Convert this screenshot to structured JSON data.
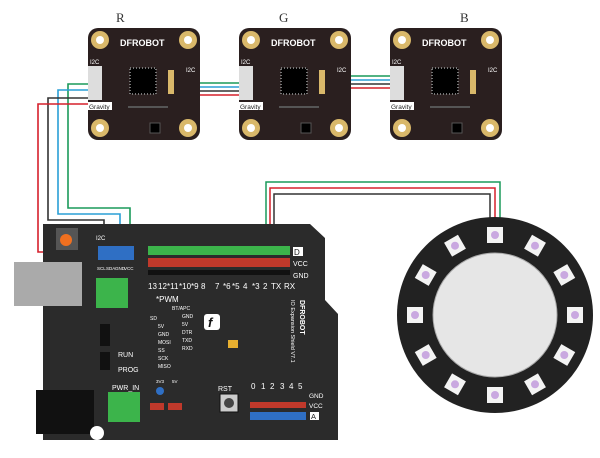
{
  "modules": [
    {
      "label": "R",
      "brand": "DFROBOT",
      "port_left": "I2C",
      "port_right": "I2C",
      "connector": "Gravity"
    },
    {
      "label": "G",
      "brand": "DFROBOT",
      "port_left": "I2C",
      "port_right": "I2C",
      "connector": "Gravity"
    },
    {
      "label": "B",
      "brand": "DFROBOT",
      "port_left": "I2C",
      "port_right": "I2C",
      "connector": "Gravity"
    }
  ],
  "shield": {
    "i2c_label": "I2C",
    "i2c_pins": [
      "SCL",
      "SDA",
      "GND",
      "VCC"
    ],
    "row_labels": {
      "d": "D",
      "vcc": "VCC",
      "gnd": "GND",
      "a": "A"
    },
    "digital_pins": [
      "13",
      "12",
      "*11",
      "*10",
      "*9",
      "8",
      "7",
      "*6",
      "*5",
      "4",
      "*3",
      "2",
      "TX",
      "RX"
    ],
    "pwm_label": "*PWM",
    "left_header": [
      "SD",
      "5V",
      "GND",
      "MOSI",
      "SS",
      "SCK",
      "MISO"
    ],
    "right_header": [
      "BT/APC",
      "GND",
      "5V",
      "DTR",
      "TXD",
      "RXD"
    ],
    "run_label": "RUN",
    "prog_label": "PROG",
    "pwr_in_label": "PWR_IN",
    "rst_label": "RST",
    "analog_pins": [
      "0",
      "1",
      "2",
      "3",
      "4",
      "5"
    ],
    "voltage_select": [
      "3V3",
      "5V"
    ],
    "brand": "DFROBOT",
    "title": "IO Expansion Shield V7.1"
  },
  "led_ring": {
    "led_count": 12
  },
  "wire_colors": {
    "red": "#d6202c",
    "black": "#333333",
    "blue": "#2a9fd6",
    "green": "#1a9a5a"
  }
}
